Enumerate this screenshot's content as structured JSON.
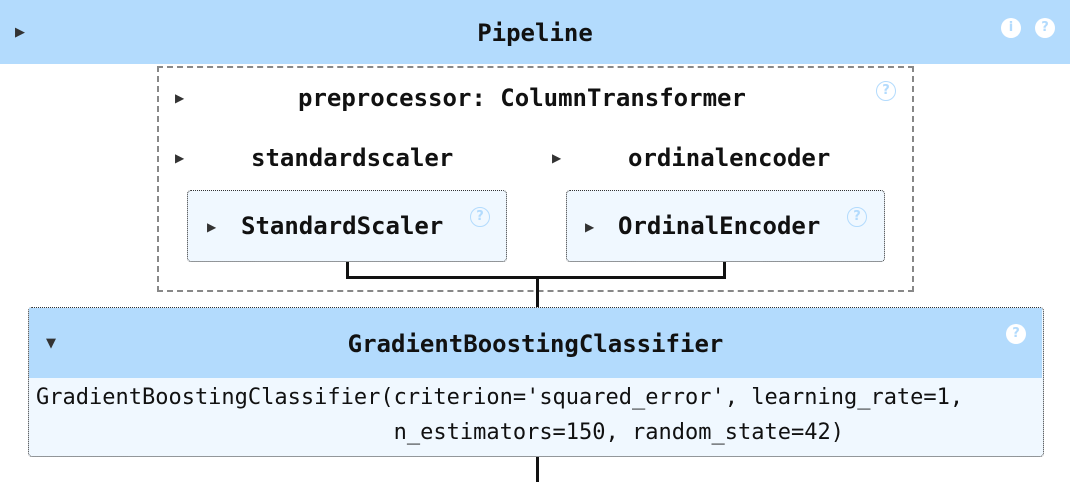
{
  "pipeline": {
    "title": "Pipeline",
    "info_glyph": "i",
    "help_glyph": "?"
  },
  "preprocessor": {
    "title": "preprocessor: ColumnTransformer",
    "help_glyph": "?",
    "branches": [
      {
        "name": "standardscaler",
        "estimator": "StandardScaler",
        "help_glyph": "?"
      },
      {
        "name": "ordinalencoder",
        "estimator": "OrdinalEncoder",
        "help_glyph": "?"
      }
    ]
  },
  "classifier": {
    "title": "GradientBoostingClassifier",
    "help_glyph": "?",
    "params_line1": "GradientBoostingClassifier(criterion='squared_error', learning_rate=1,",
    "params_line2": "                           n_estimators=150, random_state=42)"
  },
  "icons": {
    "collapsed_toggle": "triangle-right-icon",
    "expanded_toggle": "triangle-down-icon",
    "info": "info-icon",
    "help": "help-icon"
  },
  "colors": {
    "header_blue": "#b3dbfd",
    "box_fill": "#f0f8ff",
    "border_dashed": "#888888",
    "connector": "#111111"
  }
}
